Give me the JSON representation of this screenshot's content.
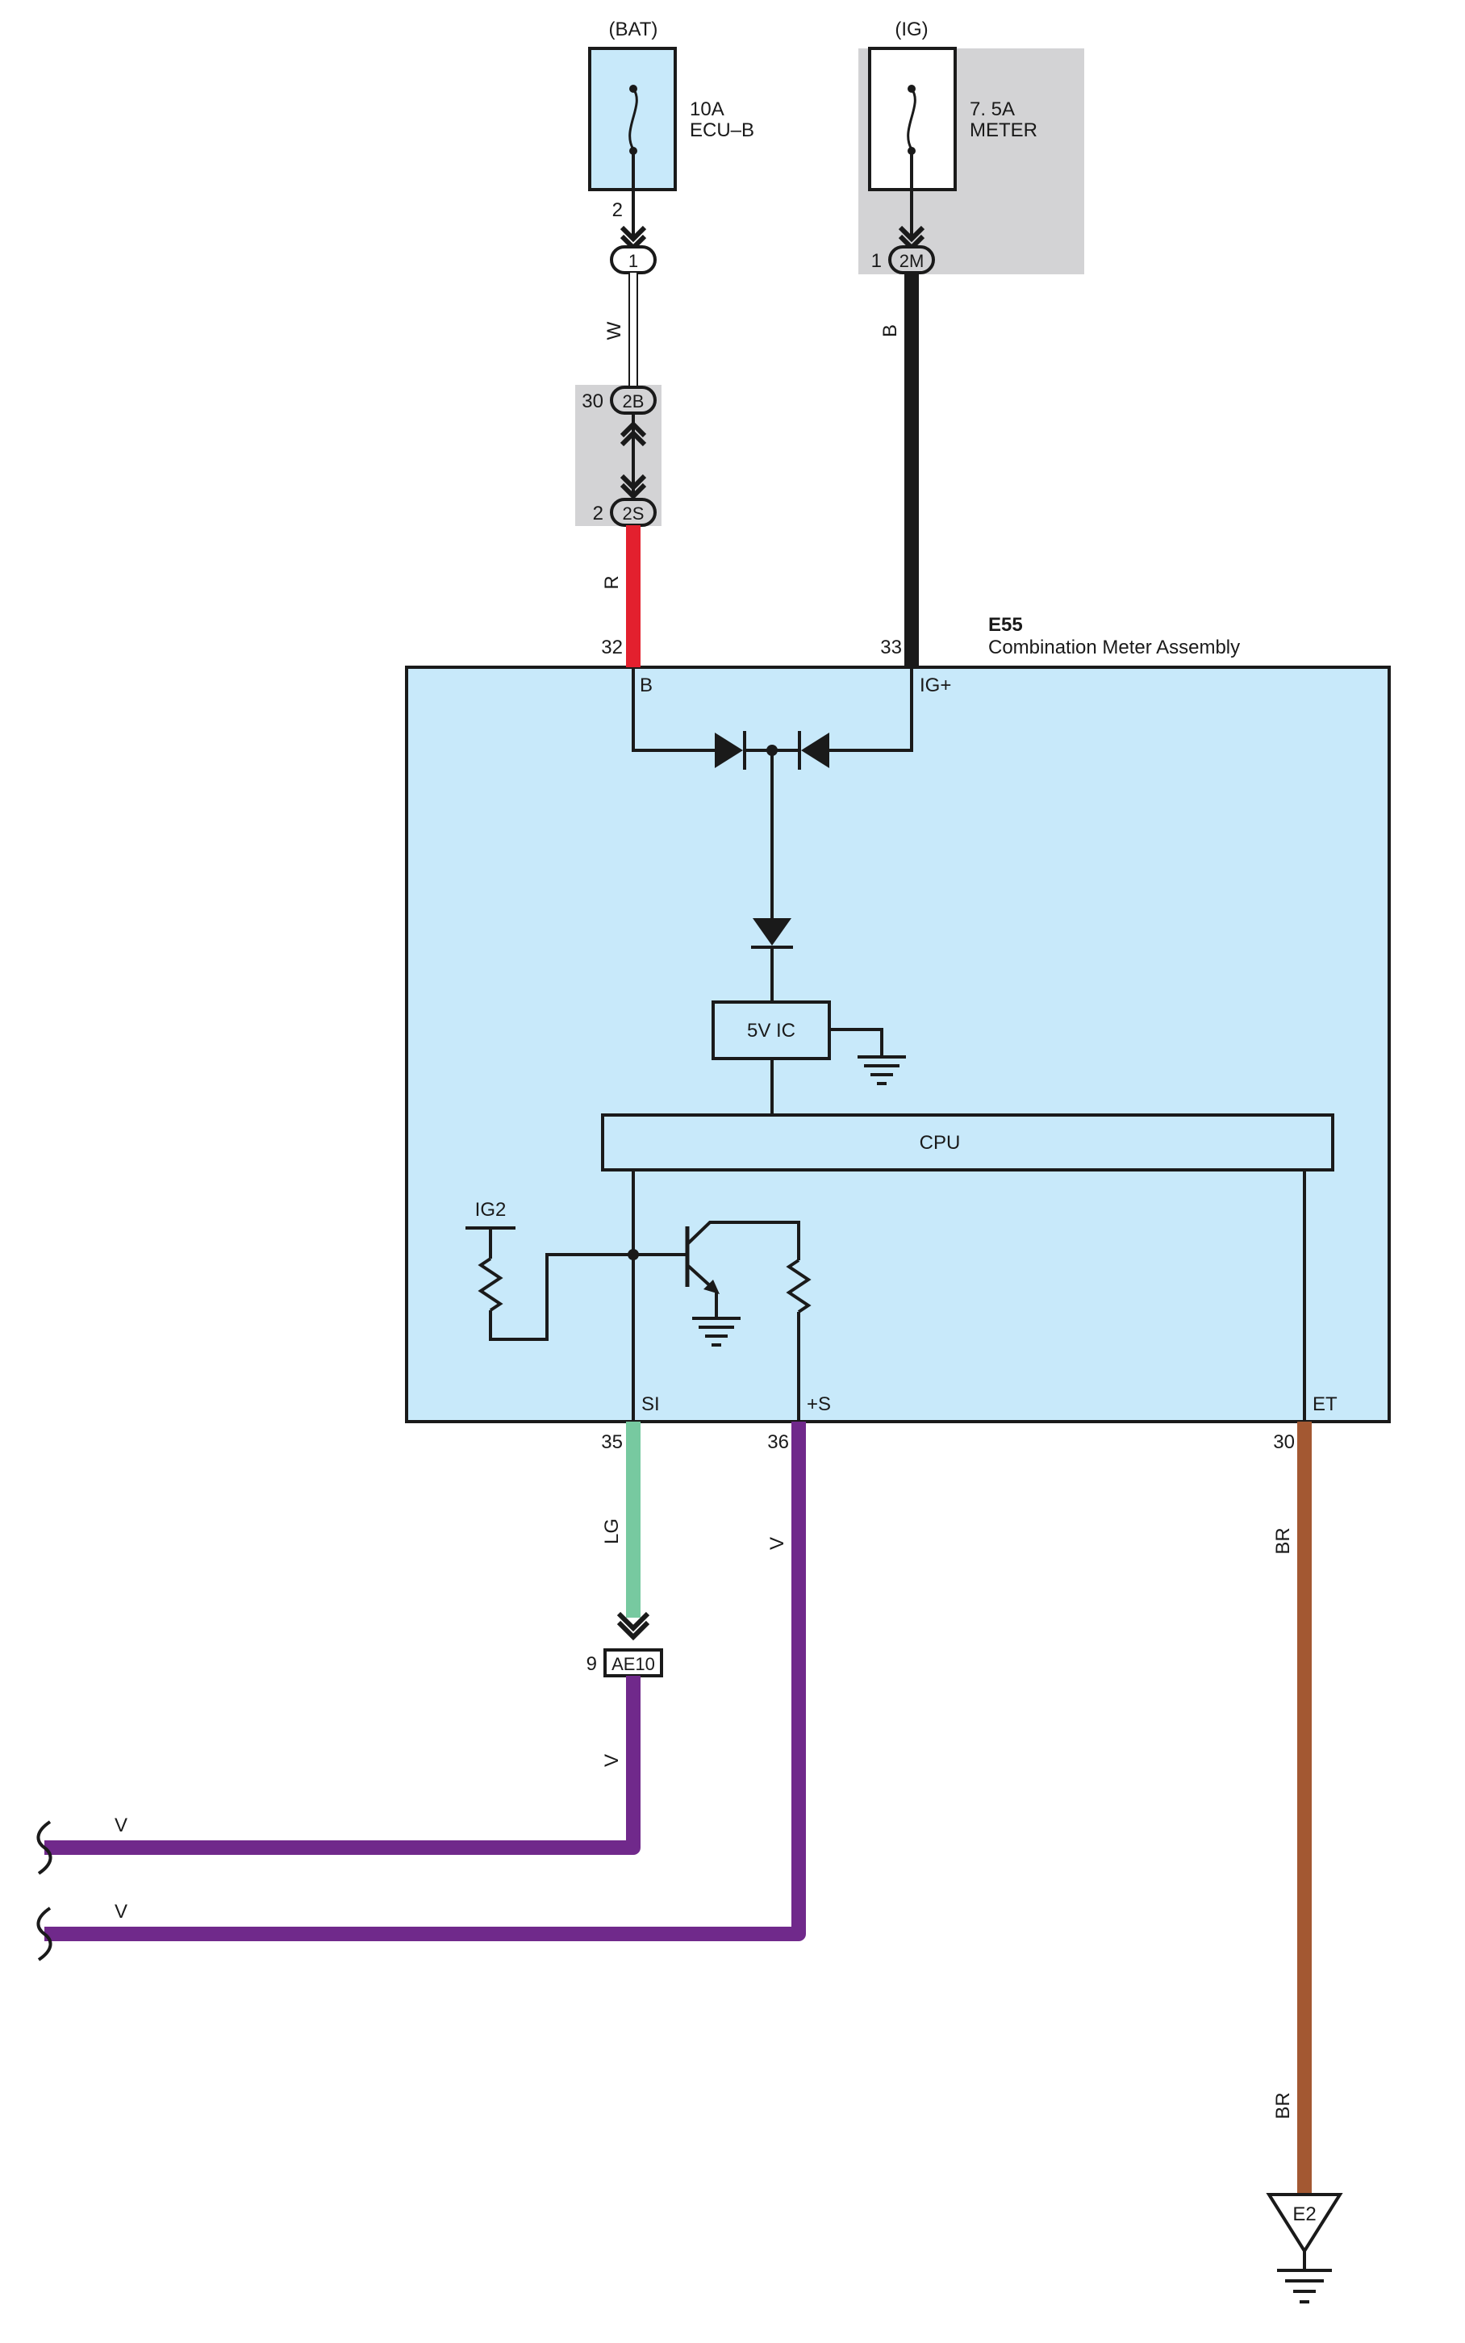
{
  "colors": {
    "box_fill": "#c8e9fa",
    "shade": "#d3d3d5",
    "wire_white": "#ffffff",
    "wire_red": "#e3202e",
    "wire_black": "#1a1a1a",
    "wire_light_green": "#77c9a0",
    "wire_violet": "#70298b",
    "wire_brown": "#a35832"
  },
  "fuses": {
    "bat": {
      "source": "(BAT)",
      "rating": "10A",
      "name": "ECU–B",
      "pin": "2"
    },
    "ig": {
      "source": "(IG)",
      "rating": "7. 5A",
      "name": "METER",
      "pin": "1"
    }
  },
  "connectors": {
    "c1": {
      "label": "1"
    },
    "c2m": {
      "label": "2M"
    },
    "c2b": {
      "label": "2B",
      "pin": "30"
    },
    "c2s": {
      "label": "2S",
      "pin": "2"
    },
    "ae10": {
      "label": "AE10",
      "pin": "9"
    }
  },
  "wires": {
    "w_white": "W",
    "w_red": "R",
    "w_black": "B",
    "w_lg": "LG",
    "w_v_plus_s": "V",
    "w_br_upper": "BR",
    "w_v_after_ae10": "V",
    "w_v_left_1": "V",
    "w_v_left_2": "V",
    "w_br_lower": "BR"
  },
  "meter": {
    "code": "E55",
    "name": "Combination Meter Assembly",
    "pins": {
      "b": {
        "num": "32",
        "label": "B"
      },
      "ig": {
        "num": "33",
        "label": "IG+"
      },
      "si": {
        "num": "35",
        "label": "SI"
      },
      "s": {
        "num": "36",
        "label": "+S"
      },
      "et": {
        "num": "30",
        "label": "ET"
      }
    },
    "ic_label": "5V IC",
    "cpu_label": "CPU",
    "ig2_label": "IG2"
  },
  "ground": {
    "label": "E2"
  }
}
